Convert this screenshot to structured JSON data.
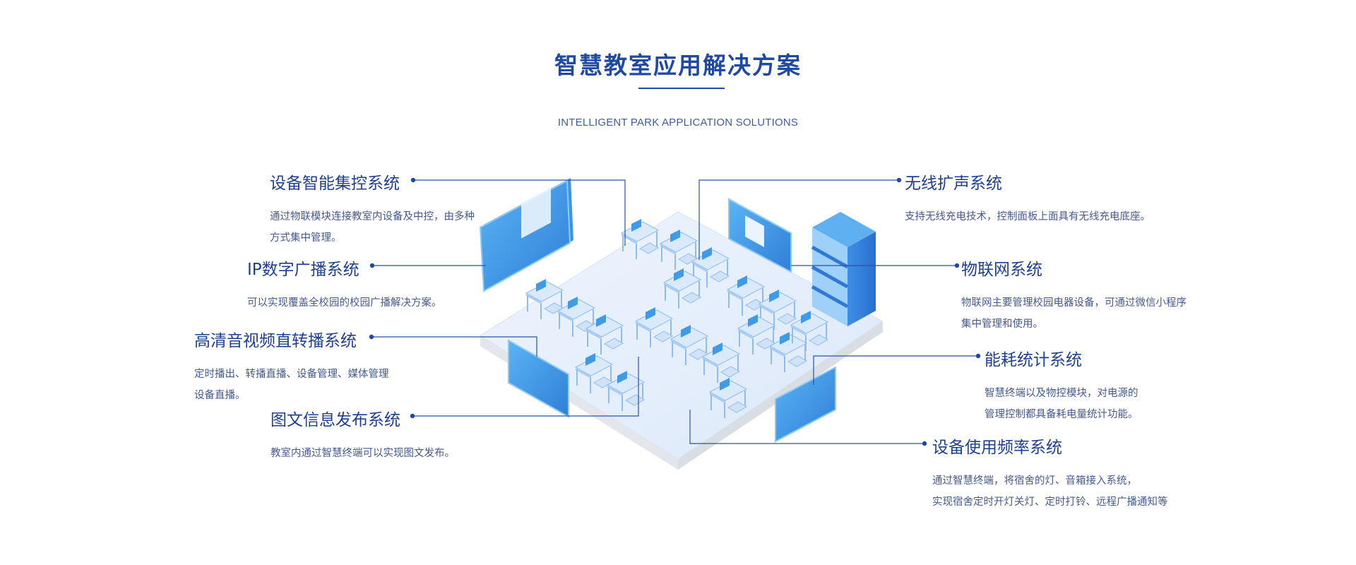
{
  "header": {
    "title": "智慧教室应用解决方案",
    "subtitle": "INTELLIGENT PARK APPLICATION SOLUTIONS"
  },
  "features": {
    "left": [
      {
        "title": "设备智能集控系统",
        "desc": [
          "通过物联模块连接教室内设备及中控，由多种",
          "方式集中管理。"
        ]
      },
      {
        "title": "IP数字广播系统",
        "desc": [
          "可以实现覆盖全校园的校园广播解决方案。"
        ]
      },
      {
        "title": "高清音视频直转播系统",
        "desc": [
          "定时播出、转播直播、设备管理、媒体管理",
          "设备直播。"
        ]
      },
      {
        "title": "图文信息发布系统",
        "desc": [
          "教室内通过智慧终端可以实现图文发布。"
        ]
      }
    ],
    "right": [
      {
        "title": "无线扩声系统",
        "desc": [
          "支持无线充电技术，控制面板上面具有无线充电底座。"
        ]
      },
      {
        "title": "物联网系统",
        "desc": [
          "物联网主要管理校园电器设备，可通过微信小程序",
          "集中管理和使用。"
        ]
      },
      {
        "title": "能耗统计系统",
        "desc": [
          "智慧终端以及物控模块，对电源的",
          "管理控制都具备耗电量统计功能。"
        ]
      },
      {
        "title": "设备使用频率系统",
        "desc": [
          "通过智慧终端，将宿舍的灯、音箱接入系统，",
          "实现宿舍定时开灯关灯、定时打铃、远程广播通知等"
        ]
      }
    ]
  },
  "colors": {
    "accent": "#1e4aa3",
    "line": "#2a52a8",
    "screen": "#3f9be8",
    "desk": "#cfe2f8"
  }
}
